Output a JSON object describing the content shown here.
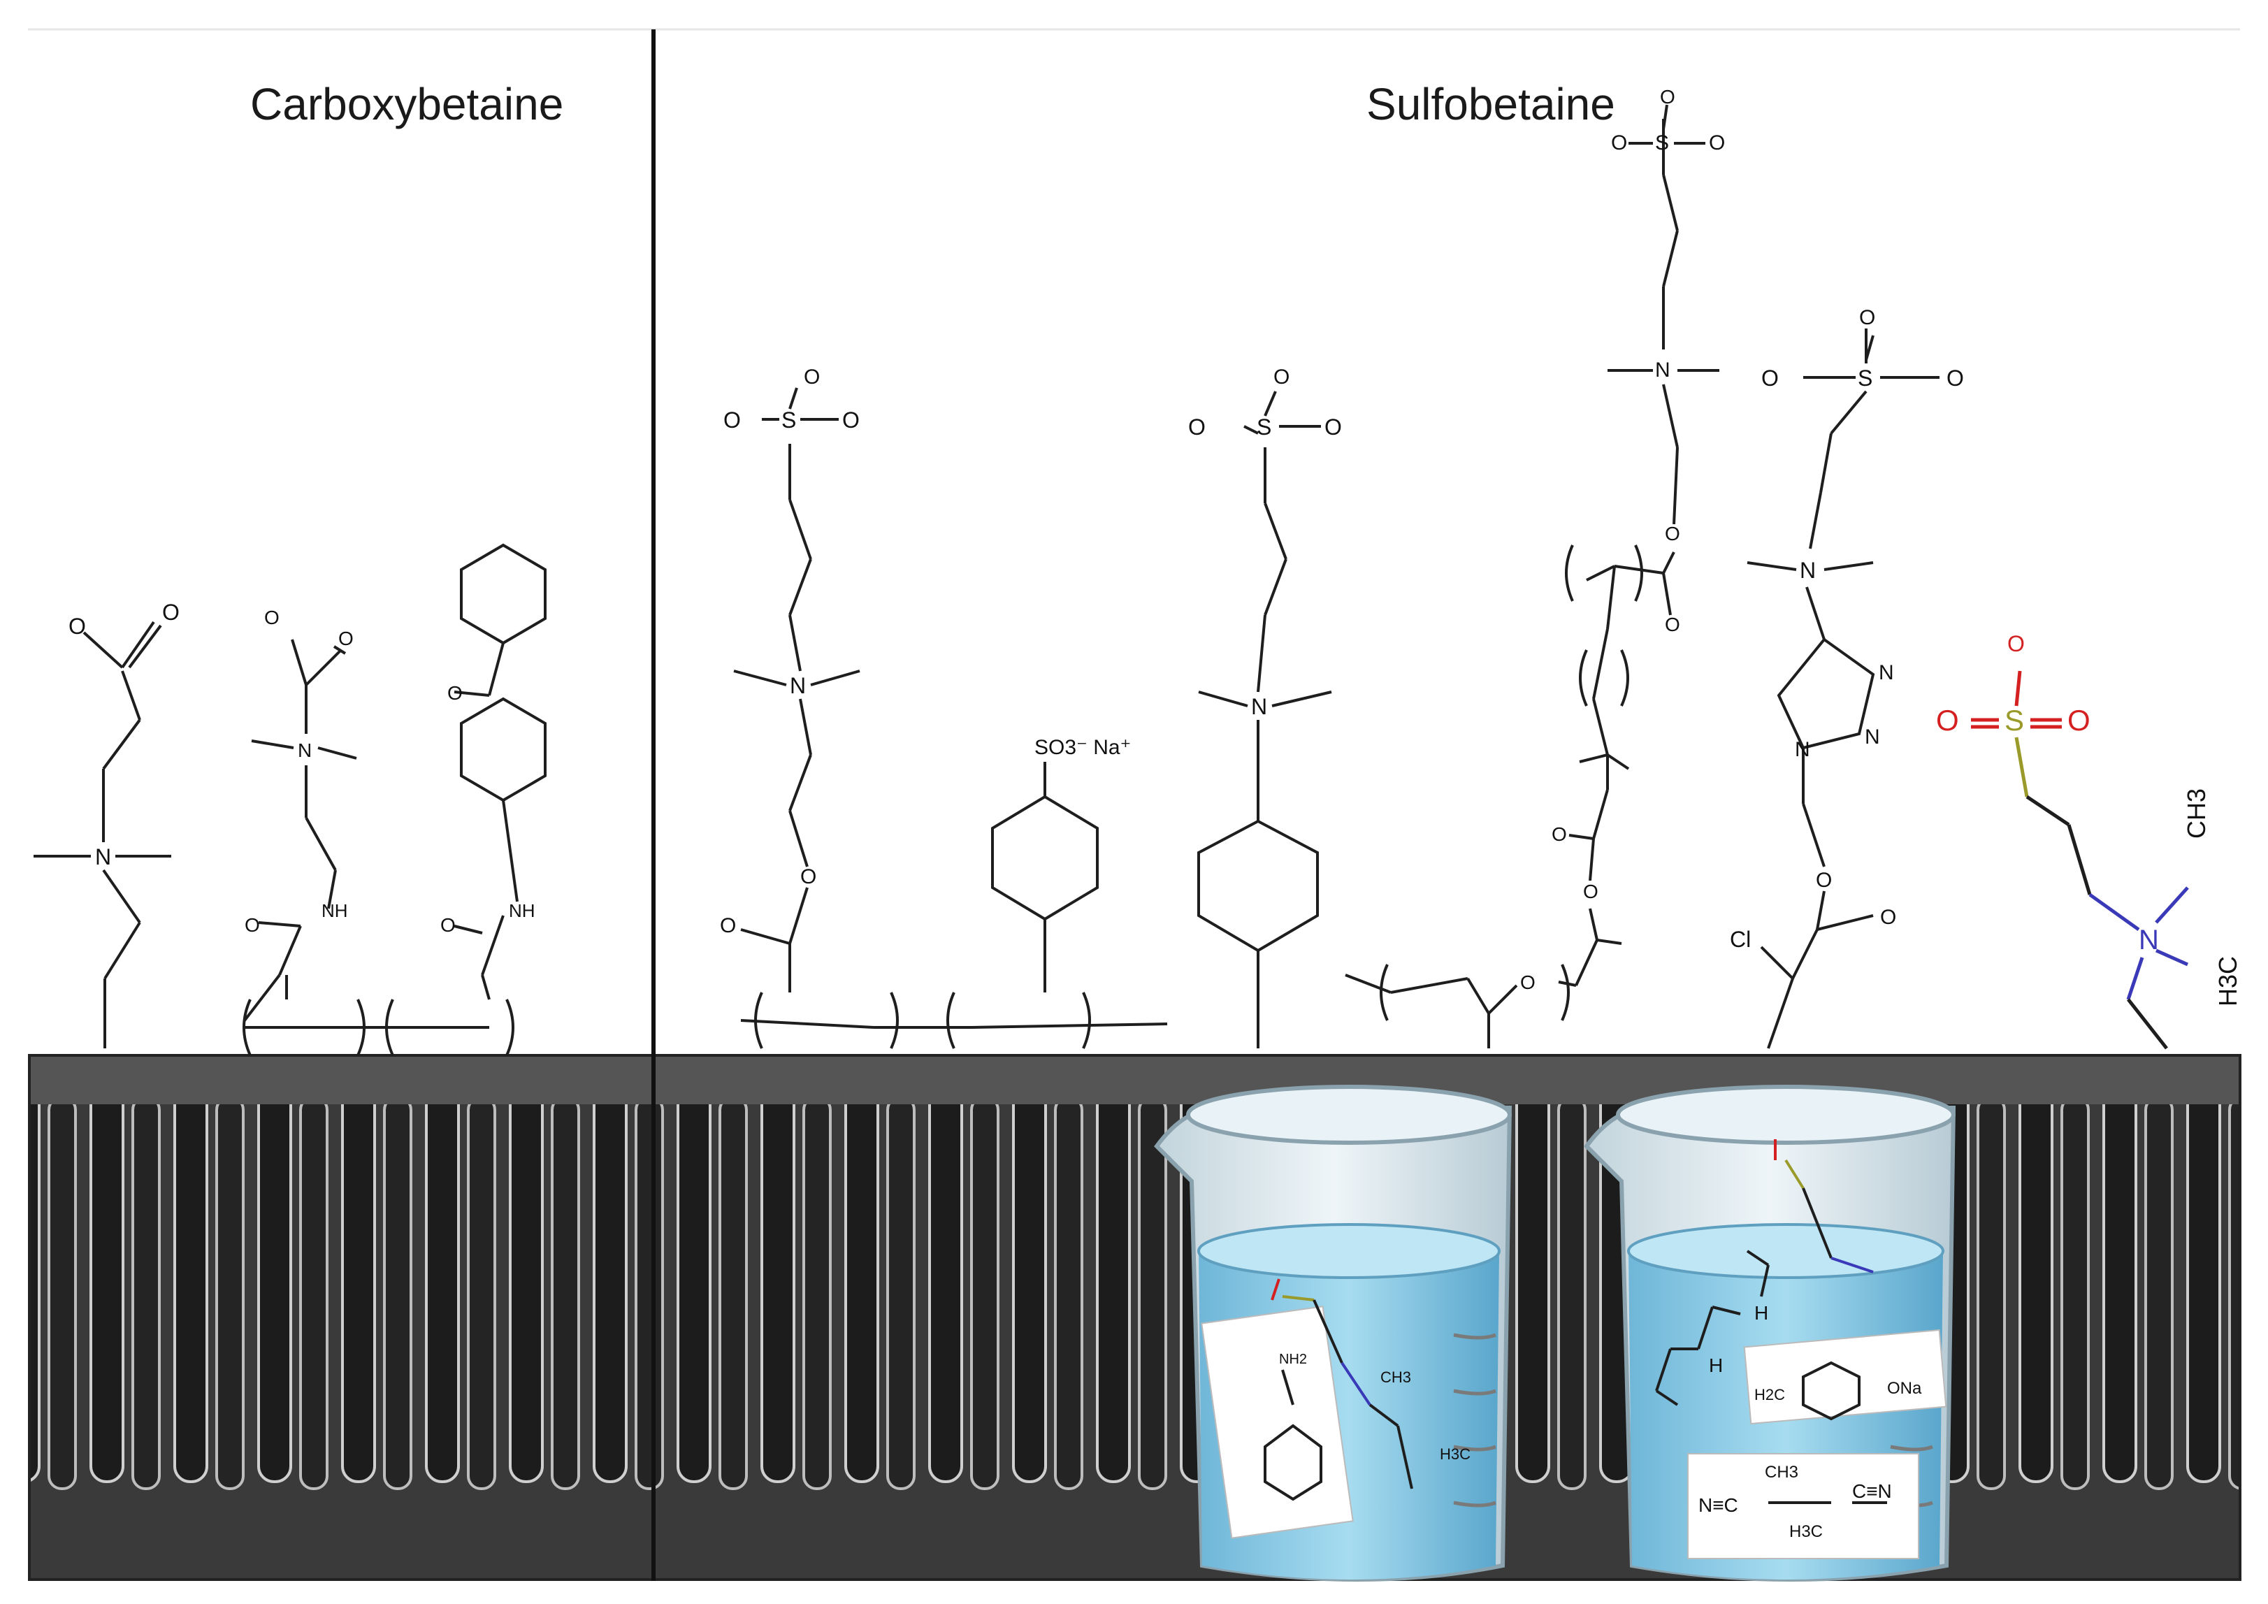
{
  "sections": {
    "carboxybetaine": "Carboxybetaine",
    "sulfobetaine": "Sulfobetaine"
  },
  "atoms": {
    "O_minus": "O",
    "O": "O",
    "S": "S",
    "N": "N",
    "NH": "NH",
    "Cl": "Cl",
    "SO3_Na": "SO3⁻ Na⁺",
    "CH3": "CH3",
    "H3C": "H3C",
    "NH2": "NH2",
    "ONa": "ONa",
    "H2C": "H2C",
    "NC": "N≡C",
    "CN": "C≡N",
    "H": "H"
  },
  "colors": {
    "bond": "#1e1e1e",
    "sulfonate_red": "#d42020",
    "sulfur_olive": "#9a9a2a",
    "nitrogen_blue": "#3a3ab8",
    "water_blue": "#8ccbe6",
    "glass": "#d9e7ee",
    "sem_dark": "#2f2f2f"
  },
  "icons": [
    "beaker-icon",
    "sem-micrograph",
    "divider-line"
  ]
}
